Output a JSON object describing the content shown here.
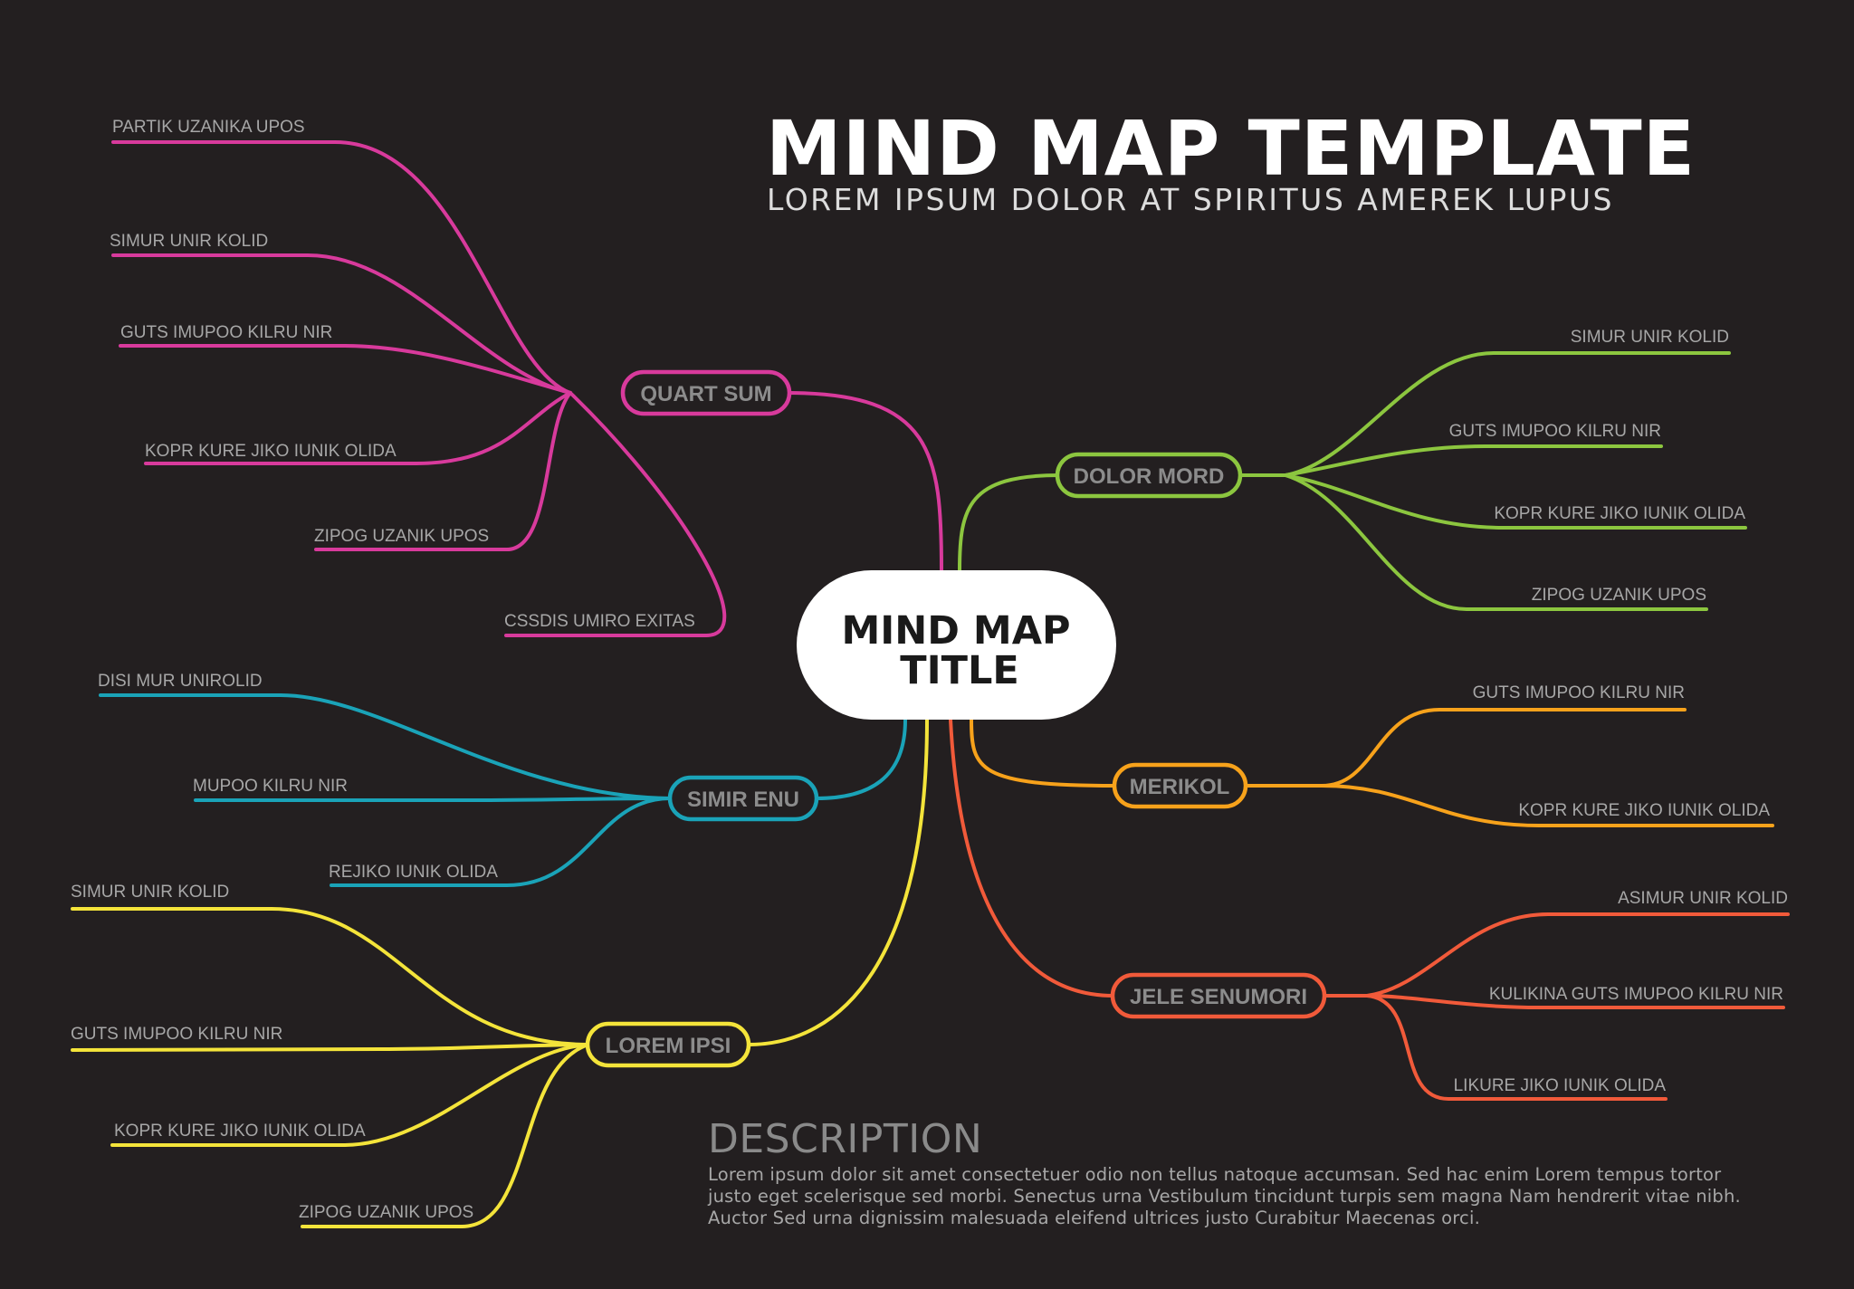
{
  "header": {
    "title": "MIND MAP TEMPLATE",
    "subtitle": "LOREM IPSUM DOLOR AT SPIRITUS AMEREK LUPUS"
  },
  "center": {
    "line1": "MIND MAP",
    "line2": "TITLE"
  },
  "colors": {
    "background": "#231f20",
    "magenta": "#d83a9c",
    "green": "#8cc63f",
    "teal": "#1aa3b8",
    "orange": "#f7a21b",
    "yellow": "#f4e43a",
    "red_orange": "#f15a3a",
    "center_fill": "#ffffff"
  },
  "branches": [
    {
      "label": "QUART SUM",
      "color": "magenta",
      "leaves": [
        "PARTIK UZANIKA UPOS",
        "SIMUR UNIR KOLID",
        "GUTS IMUPOO KILRU NIR",
        "KOPR KURE JIKO IUNIK OLIDA",
        "ZIPOG UZANIK UPOS",
        "CSSDIS UMIRO EXITAS"
      ]
    },
    {
      "label": "DOLOR MORD",
      "color": "green",
      "leaves": [
        "SIMUR UNIR KOLID",
        "GUTS IMUPOO KILRU NIR",
        "KOPR KURE JIKO IUNIK OLIDA",
        "ZIPOG UZANIK UPOS"
      ]
    },
    {
      "label": "SIMIR ENU",
      "color": "teal",
      "leaves": [
        "DISI MUR UNIROLID",
        "MUPOO KILRU NIR",
        "REJIKO IUNIK OLIDA"
      ]
    },
    {
      "label": "MERIKOL",
      "color": "orange",
      "leaves": [
        "GUTS IMUPOO KILRU NIR",
        "KOPR KURE JIKO IUNIK OLIDA"
      ]
    },
    {
      "label": "LOREM IPSI",
      "color": "yellow",
      "leaves": [
        "SIMUR UNIR KOLID",
        "GUTS IMUPOO KILRU NIR",
        "KOPR KURE JIKO IUNIK OLIDA",
        "ZIPOG UZANIK UPOS"
      ]
    },
    {
      "label": "JELE SENUMORI",
      "color": "red_orange",
      "leaves": [
        "ASIMUR UNIR KOLID",
        "KULIKINA GUTS IMUPOO KILRU NIR",
        "LIKURE JIKO IUNIK OLIDA"
      ]
    }
  ],
  "description": {
    "heading": "DESCRIPTION",
    "lines": [
      "Lorem ipsum dolor sit amet consectetuer odio non tellus natoque accumsan. Sed hac enim Lorem tempus tortor",
      "justo eget scelerisque sed morbi. Senectus urna Vestibulum tincidunt turpis sem magna Nam hendrerit vitae nibh.",
      "Auctor Sed urna dignissim malesuada eleifend ultrices justo Curabitur Maecenas orci."
    ]
  }
}
